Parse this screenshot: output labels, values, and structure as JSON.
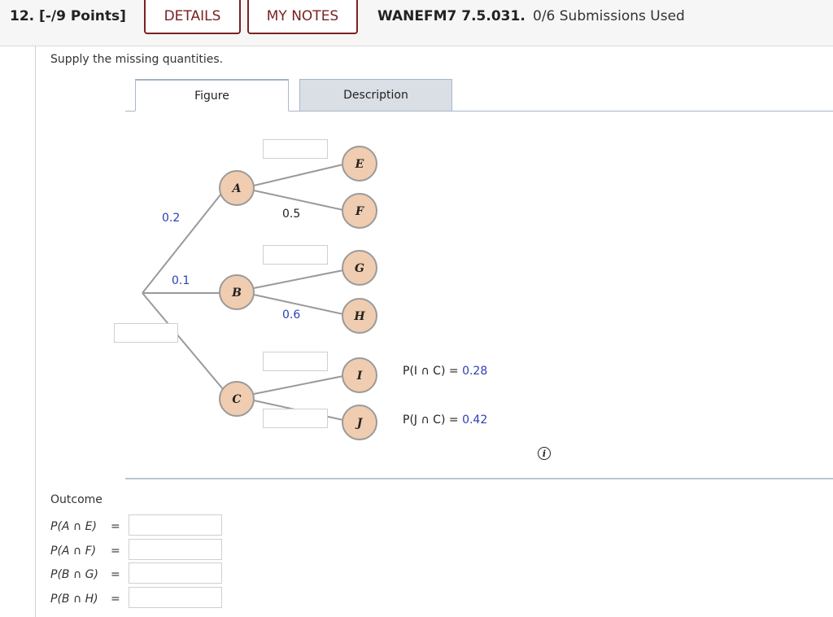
{
  "header": {
    "question_number": "12.",
    "points": "[-/9 Points]",
    "details_label": "DETAILS",
    "my_notes_label": "MY NOTES",
    "problem_code": "WANEFM7 7.5.031.",
    "submissions": "0/6 Submissions Used"
  },
  "instructions": "Supply the missing quantities.",
  "tabs": [
    {
      "label": "Figure",
      "selected": true
    },
    {
      "label": "Description",
      "selected": false
    }
  ],
  "tree": {
    "nodes": [
      "A",
      "B",
      "C",
      "E",
      "F",
      "G",
      "H",
      "I",
      "J"
    ],
    "branch_probs": {
      "root_A": "0.2",
      "root_B": "0.1",
      "A_F": "0.5",
      "B_H": "0.6"
    },
    "joint": [
      {
        "label": "P(I ∩ C) = ",
        "value": "0.28"
      },
      {
        "label": "P(J ∩ C) = ",
        "value": "0.42"
      }
    ]
  },
  "outcome": {
    "heading": "Outcome",
    "rows": [
      {
        "label": "P(A ∩ E)",
        "eq": "="
      },
      {
        "label": "P(A ∩ F)",
        "eq": "="
      },
      {
        "label": "P(B ∩ G)",
        "eq": "="
      },
      {
        "label": "P(B ∩ H)",
        "eq": "="
      }
    ]
  },
  "colors": {
    "accent": "#7a2222",
    "node_fill": "#f0cdb0",
    "node_stroke": "#9a9a9a",
    "value_blue": "#2a3fb5"
  }
}
